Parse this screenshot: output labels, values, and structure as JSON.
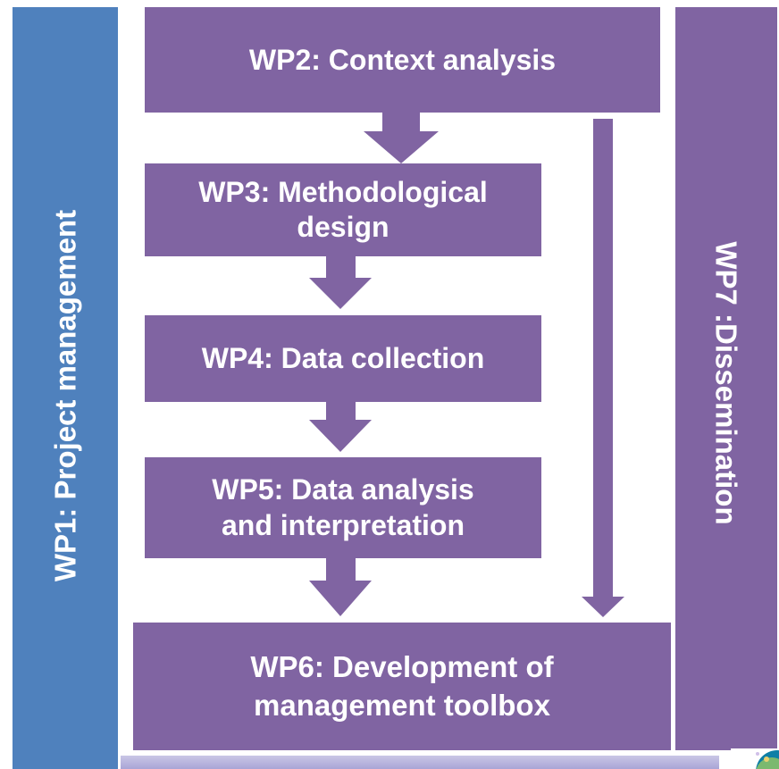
{
  "diagram": {
    "wp1": {
      "label": "WP1: Project management"
    },
    "wp2": {
      "label": "WP2: Context analysis"
    },
    "wp3": {
      "line1": "WP3: Methodological",
      "line2": "design"
    },
    "wp4": {
      "label": "WP4: Data collection"
    },
    "wp5": {
      "line1": "WP5: Data analysis",
      "line2": "and interpretation"
    },
    "wp6": {
      "line1": "WP6: Development of",
      "line2": "management toolbox"
    },
    "wp7": {
      "label": "WP7 :Dissemination"
    }
  },
  "colors": {
    "blue": "#4f81bd",
    "purple": "#8064a2"
  }
}
